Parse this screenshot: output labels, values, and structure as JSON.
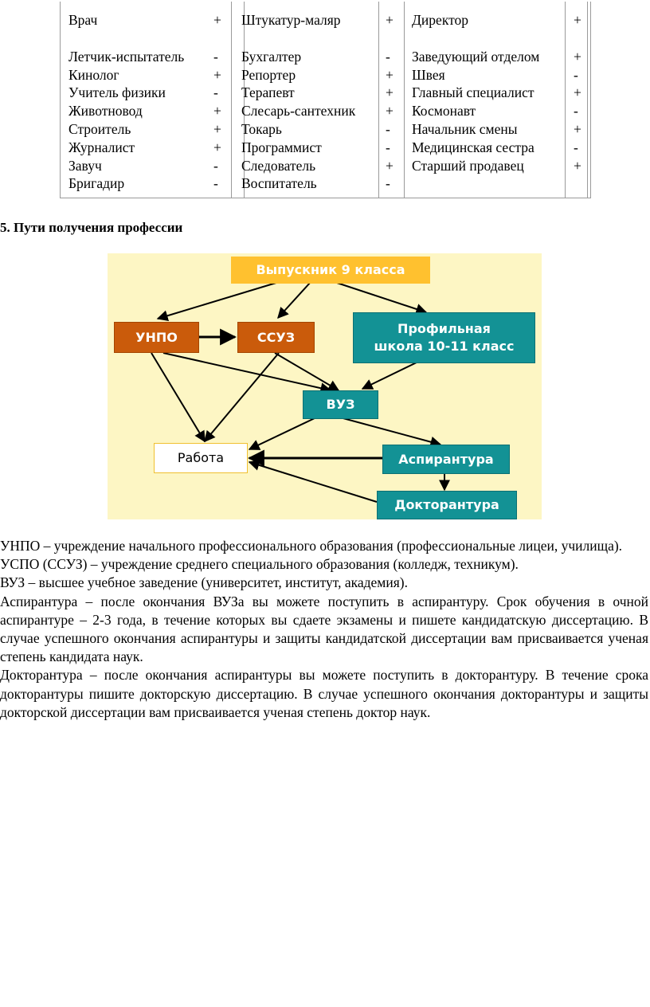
{
  "table": {
    "columns": [
      {
        "professions": [
          "Врач",
          "",
          "Летчик-испытатель",
          "Кинолог",
          "Учитель физики",
          "Животновод",
          "Строитель",
          "Журналист",
          "Завуч",
          "Бригадир"
        ],
        "marks": [
          "+",
          "",
          "-",
          "+",
          "-",
          "+",
          "+",
          "+",
          "-",
          "-"
        ]
      },
      {
        "professions": [
          "Штукатур-маляр",
          "",
          "Бухгалтер",
          "Репортер",
          "Терапевт",
          "Слесарь-сантехник",
          "Токарь",
          "Программист",
          "Следователь",
          "Воспитатель"
        ],
        "marks": [
          "+",
          "",
          "-",
          "+",
          "+",
          "+",
          "-",
          "-",
          "+",
          "-"
        ]
      },
      {
        "professions": [
          "Директор",
          "",
          "Заведующий отделом",
          "Швея",
          "Главный специалист",
          "Космонавт",
          "Начальник смены",
          "Медицинская сестра",
          "Старший продавец"
        ],
        "marks": [
          "+",
          "",
          "+",
          "-",
          "+",
          "-",
          "+",
          "-",
          "+"
        ]
      }
    ]
  },
  "section_heading": "5. Пути получения профессии",
  "diagram": {
    "nodes": {
      "graduate": "Выпускник 9 класса",
      "unpo": "УНПО",
      "ssuz": "ССУЗ",
      "profile_school_line1": "Профильная",
      "profile_school_line2": "школа 10-11 класс",
      "vuz": "ВУЗ",
      "work": "Работа",
      "aspirantura": "Аспирантура",
      "doktorantura": "Докторантура"
    },
    "colors": {
      "background": "#fdf6c4",
      "orange": "#ca5b0b",
      "yellow": "#ffc12f",
      "teal": "#139295",
      "arrow": "#000000"
    }
  },
  "paragraphs": [
    "УНПО – учреждение начального профессионального образования (профессиональные лицеи, училища).",
    "УСПО (ССУЗ) – учреждение среднего специального образования (колледж, техникум).",
    "ВУЗ – высшее учебное заведение (университет, институт, академия).",
    "Аспирантура – после окончания ВУЗа вы можете поступить в аспирантуру. Срок обучения в очной аспирантуре – 2-3 года, в течение которых вы сдаете экзамены и пишете кандидатскую диссертацию. В случае успешного окончания аспирантуры и защиты кандидатской диссертации вам присваивается ученая степень кандидата наук.",
    "Докторантура – после окончания аспирантуры вы можете поступить в докторантуру. В течение срока докторантуры пишите докторскую диссертацию. В случае успешного окончания докторантуры и защиты докторской диссертации вам присваивается ученая степень доктор наук."
  ]
}
